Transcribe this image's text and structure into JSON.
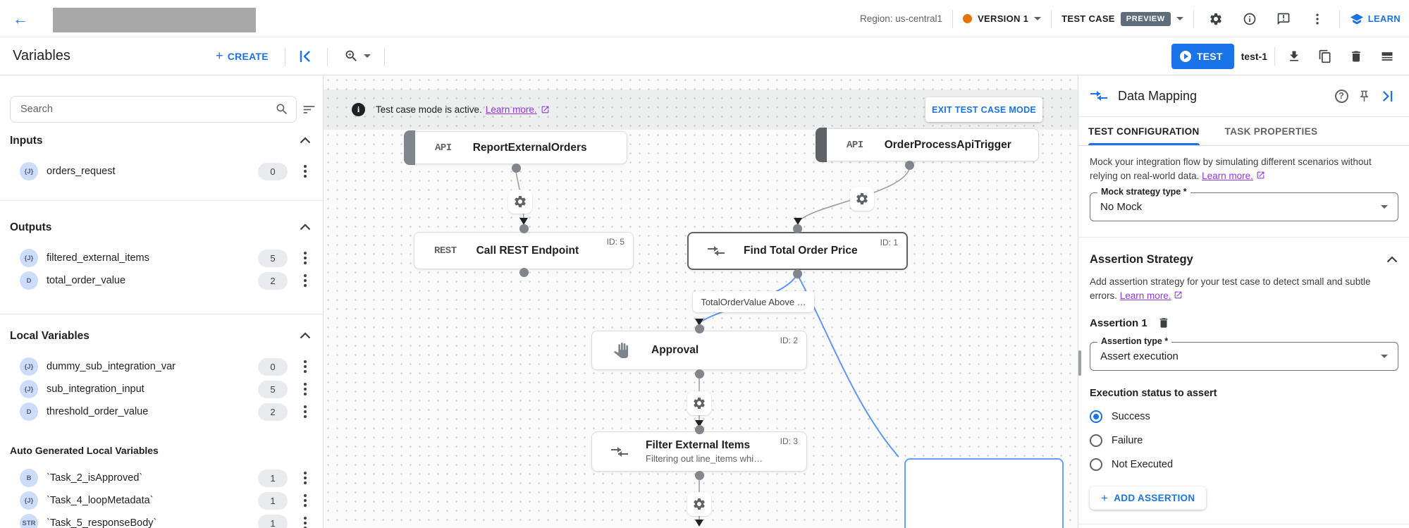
{
  "topbar": {
    "region_label": "Region: us-central1",
    "version_label": "VERSION 1",
    "test_case_label": "TEST CASE",
    "preview_badge": "PREVIEW",
    "learn_label": "LEARN"
  },
  "toolbar": {
    "title": "Variables",
    "create_label": "CREATE",
    "test_button_label": "TEST",
    "test_name": "test-1"
  },
  "sidebar": {
    "search_placeholder": "Search",
    "inputs": {
      "title": "Inputs",
      "items": [
        {
          "type_badge": "{J}",
          "name": "orders_request",
          "count": "0"
        }
      ]
    },
    "outputs": {
      "title": "Outputs",
      "items": [
        {
          "type_badge": "{J}",
          "name": "filtered_external_items",
          "count": "5"
        },
        {
          "type_badge": "D",
          "name": "total_order_value",
          "count": "2"
        }
      ]
    },
    "locals": {
      "title": "Local Variables",
      "items": [
        {
          "type_badge": "{J}",
          "name": "dummy_sub_integration_var",
          "count": "0"
        },
        {
          "type_badge": "{J}",
          "name": "sub_integration_input",
          "count": "5"
        },
        {
          "type_badge": "D",
          "name": "threshold_order_value",
          "count": "2"
        }
      ]
    },
    "auto": {
      "title": "Auto Generated Local Variables",
      "items": [
        {
          "type_badge": "B",
          "name": "`Task_2_isApproved`",
          "count": "1"
        },
        {
          "type_badge": "{J}",
          "name": "`Task_4_loopMetadata`",
          "count": "1"
        },
        {
          "type_badge": "STR",
          "name": "`Task_5_responseBody`",
          "count": "1"
        }
      ]
    }
  },
  "canvas": {
    "banner": {
      "text": "Test case mode is active.",
      "link": "Learn more.",
      "exit_button": "EXIT TEST CASE MODE"
    },
    "nodes": {
      "report_external_orders": {
        "badge": "API",
        "title": "ReportExternalOrders"
      },
      "order_process_api_trigger": {
        "badge": "API",
        "title": "OrderProcessApiTrigger"
      },
      "call_rest_endpoint": {
        "badge": "REST",
        "title": "Call REST Endpoint",
        "id": "ID: 5"
      },
      "find_total_order_price": {
        "title": "Find Total Order Price",
        "id": "ID: 1"
      },
      "approval": {
        "title": "Approval",
        "id": "ID: 2"
      },
      "filter_external_items": {
        "title": "Filter External Items",
        "subtitle": "Filtering out line_items whi…",
        "id": "ID: 3"
      }
    },
    "edge_label": "TotalOrderValue Above …"
  },
  "panel": {
    "title": "Data Mapping",
    "tabs": {
      "test_configuration": "TEST CONFIGURATION",
      "task_properties": "TASK PROPERTIES"
    },
    "mock_text": "Mock your integration flow by simulating different scenarios without relying on real-world data.",
    "mock_learn_more": "Learn more.",
    "mock_field": {
      "label": "Mock strategy type *",
      "value": "No Mock"
    },
    "assertion": {
      "section_title": "Assertion Strategy",
      "description": "Add assertion strategy for your test case to detect small and subtle errors.",
      "learn_more": "Learn more.",
      "assertion_title": "Assertion 1",
      "type_field": {
        "label": "Assertion type *",
        "value": "Assert execution"
      },
      "status_label": "Execution status to assert",
      "selected_option": "Success",
      "options": [
        {
          "label": "Success"
        },
        {
          "label": "Failure"
        },
        {
          "label": "Not Executed"
        }
      ],
      "add_button": "ADD ASSERTION"
    }
  },
  "colors": {
    "accent": "#1a73e8",
    "version_dot": "#e8710a",
    "preview_bg": "#5f6d7a",
    "link_purple": "#9334e6",
    "edge_blue": "#5e97f6",
    "edge_gray": "#9aa0a6"
  }
}
